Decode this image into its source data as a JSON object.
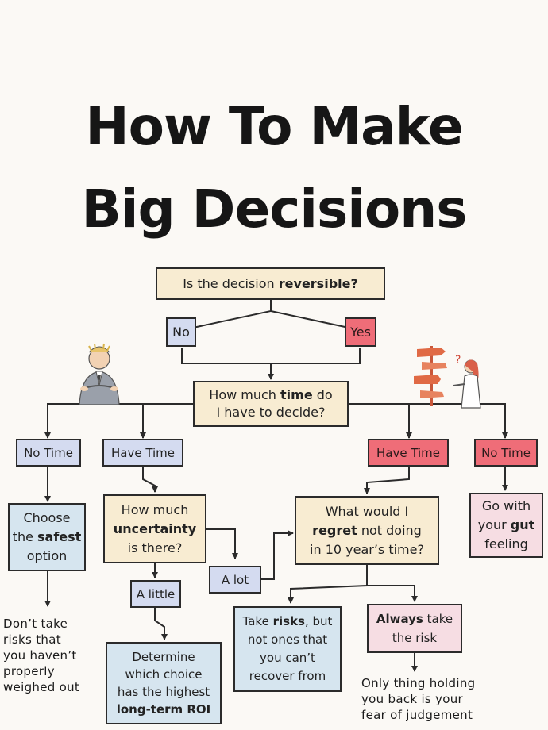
{
  "title": [
    "How To Make",
    "Big Decisions"
  ],
  "nodes": {
    "reversible": {
      "pre": "Is the decision ",
      "bold": "reversible?",
      "post": ""
    },
    "no": "No",
    "yes": "Yes",
    "time": {
      "pre": "How much ",
      "bold": "time",
      "post": " do\nI have to decide?"
    },
    "no_time_left": "No Time",
    "have_time_left": "Have Time",
    "have_time_right": "Have Time",
    "no_time_right": "No Time",
    "safest": {
      "pre": "Choose\nthe ",
      "bold": "safest",
      "post": "\noption"
    },
    "uncertainty": {
      "pre": "How much\n",
      "bold": "uncertainty",
      "post": "\nis there?"
    },
    "regret": {
      "pre": "What would I\n",
      "bold": "regret",
      "post": " not doing\nin 10 year’s time?"
    },
    "gut": {
      "pre": "Go with\nyour ",
      "bold": "gut",
      "post": "\nfeeling"
    },
    "a_lot": "A lot",
    "a_little": "A little",
    "roi": {
      "pre": "Determine\nwhich choice\nhas the highest\n",
      "bold": "long-term ROI",
      "post": ""
    },
    "take_risks": {
      "pre": "Take ",
      "bold": "risks",
      "post": ", but\nnot ones that\nyou can’t\nrecover from"
    },
    "always": {
      "pre": "",
      "bold": "Always",
      "post": " take\nthe risk"
    }
  },
  "notes": {
    "dont_take": "Don’t take\nrisks that\nyou haven’t\nproperly\nweighed out",
    "only_thing": "Only thing holding\nyou back is your\nfear of judgement"
  },
  "colors": {
    "beige": "#f8ecd2",
    "blue": "#d6e5ef",
    "lavender": "#d4dbf0",
    "red": "#ef6d78",
    "pink": "#f6dde3",
    "line": "#2b2b2b"
  }
}
